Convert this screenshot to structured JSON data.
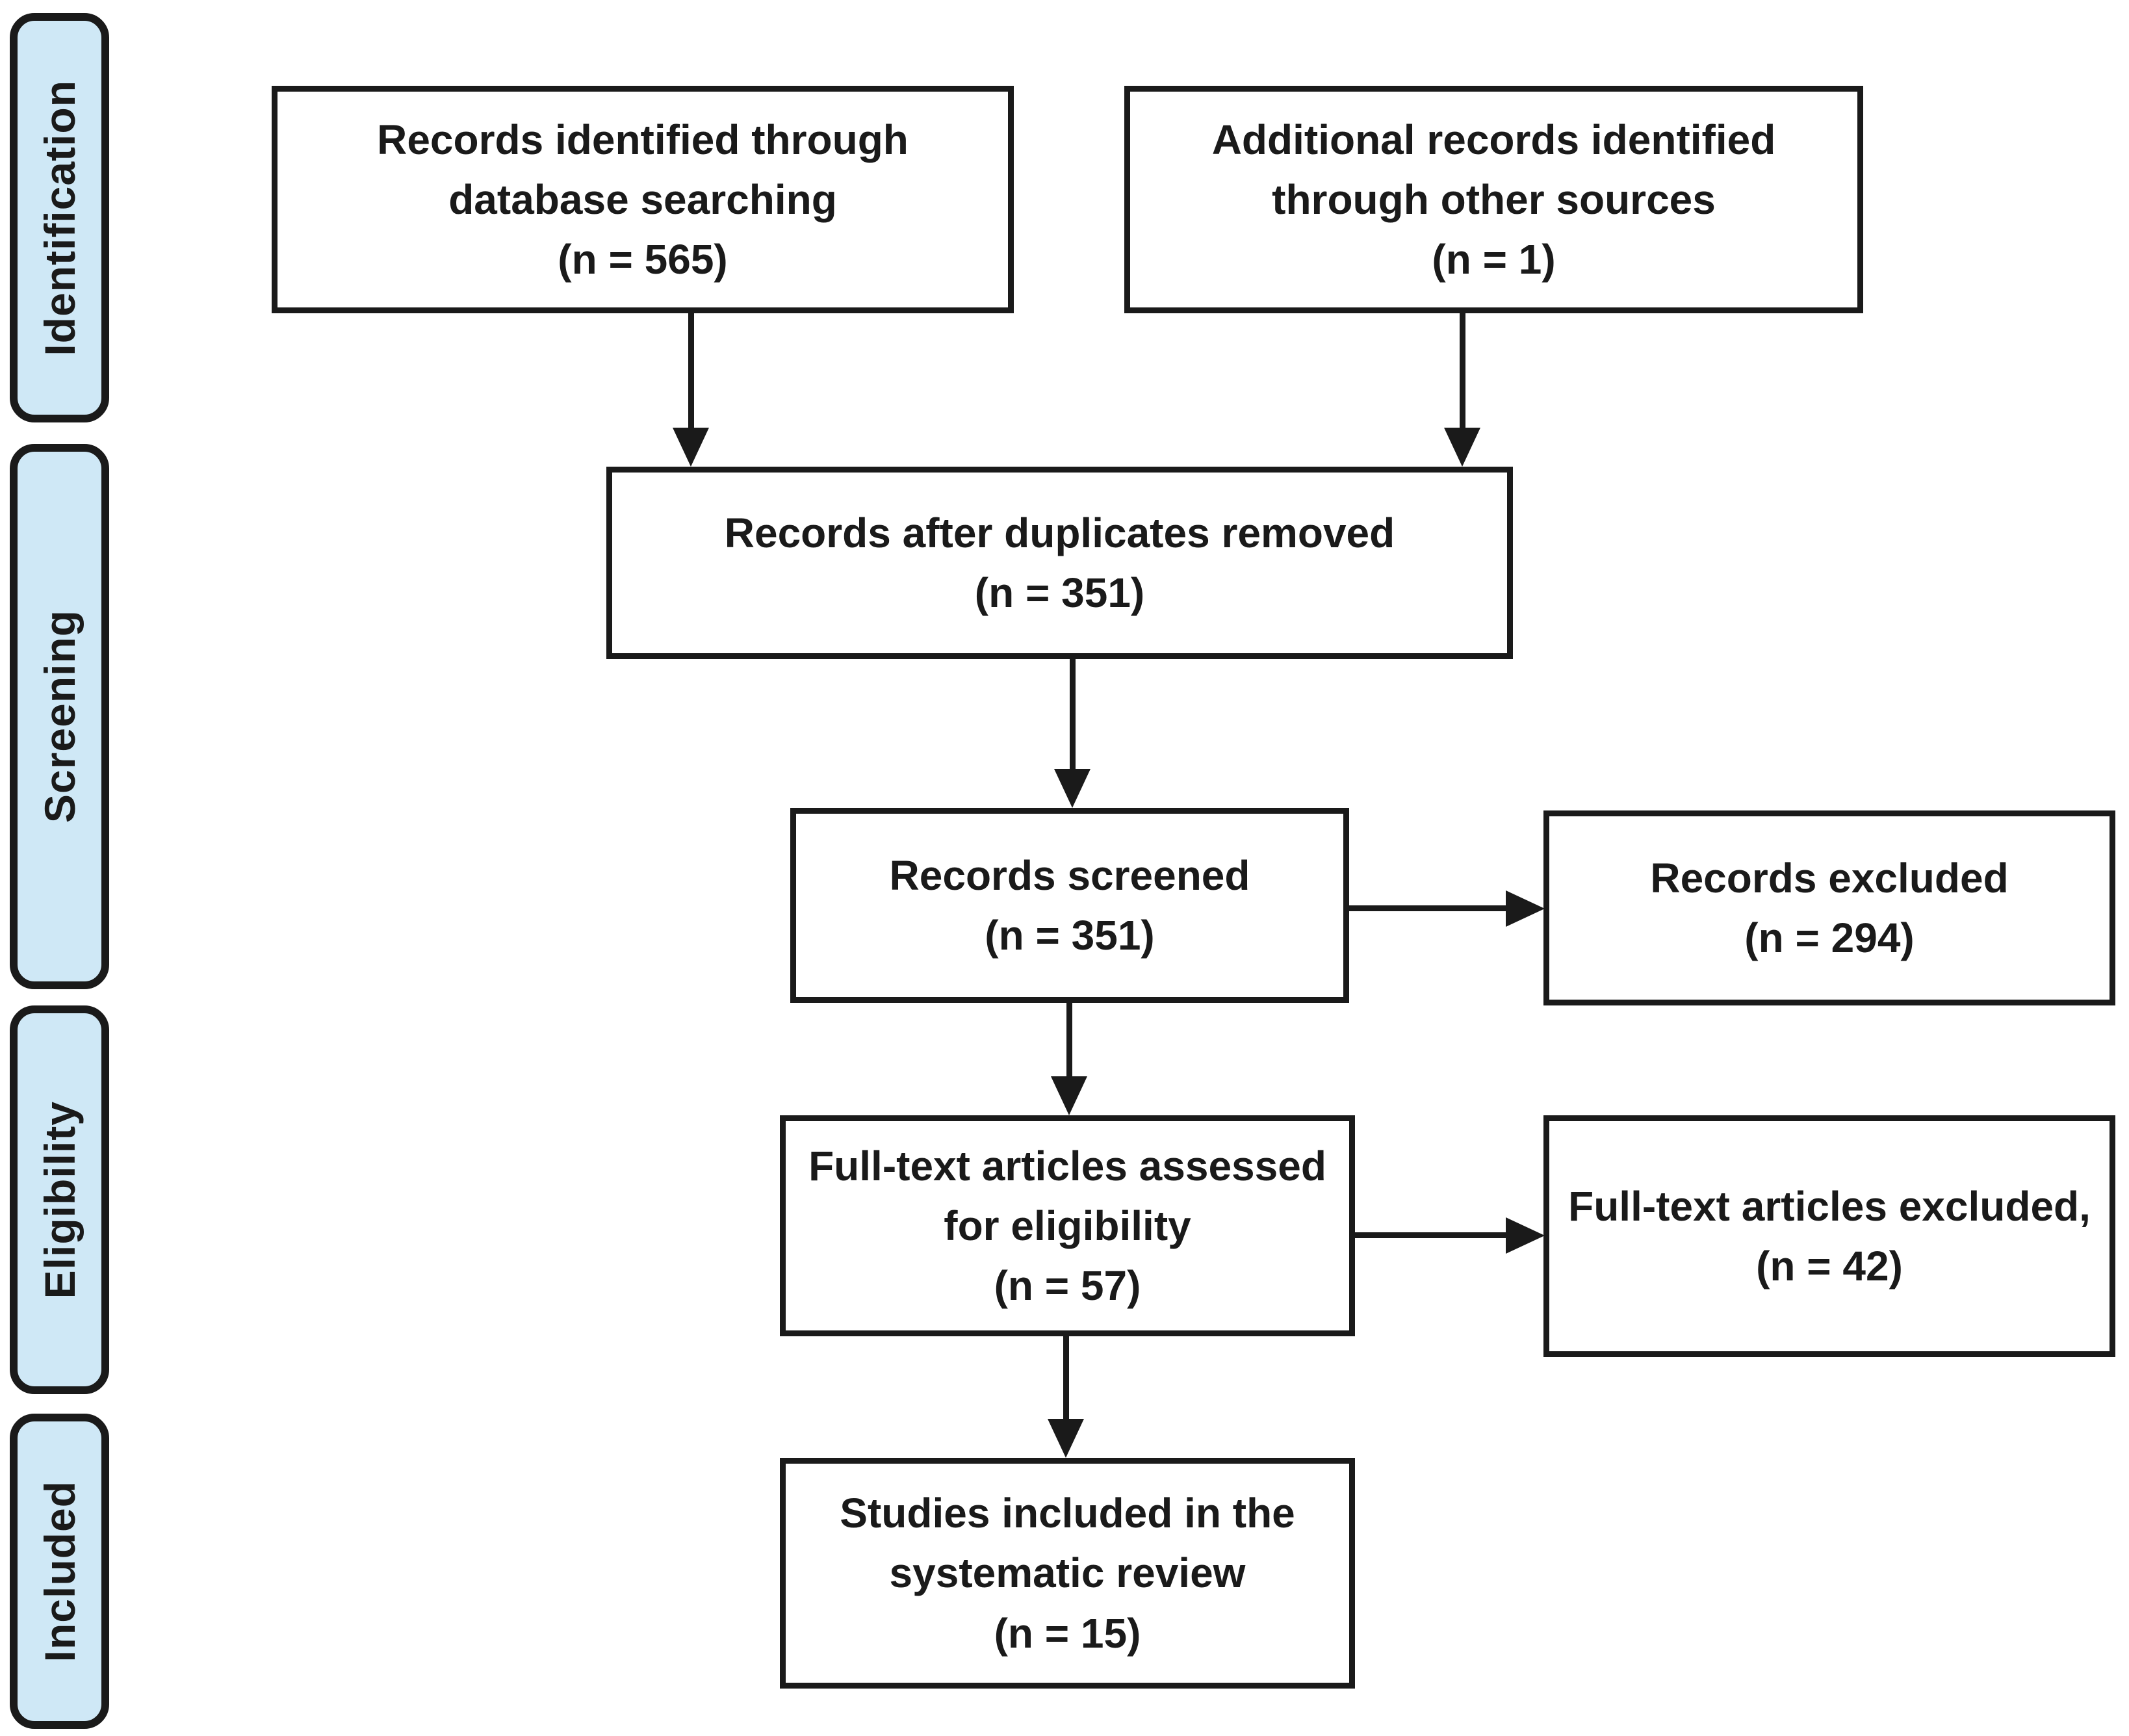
{
  "stages": [
    {
      "label": "Identification"
    },
    {
      "label": "Screening"
    },
    {
      "label": "Eligibility"
    },
    {
      "label": "Included"
    }
  ],
  "boxes": {
    "records_identified": {
      "lines": [
        "Records identified through",
        "database searching",
        "(n = 565)"
      ]
    },
    "additional_records": {
      "lines": [
        "Additional records identified",
        "through other sources",
        "(n = 1)"
      ]
    },
    "duplicates_removed": {
      "lines": [
        "Records after duplicates removed",
        "(n = 351)"
      ]
    },
    "records_screened": {
      "lines": [
        "Records screened",
        "(n = 351)"
      ]
    },
    "records_excluded": {
      "lines": [
        "Records excluded",
        "(n = 294)"
      ]
    },
    "fulltext_assessed": {
      "lines": [
        "Full-text articles assessed",
        "for eligibility",
        "(n = 57)"
      ]
    },
    "fulltext_excluded": {
      "lines": [
        "Full-text articles excluded,",
        "(n = 42)"
      ]
    },
    "studies_included": {
      "lines": [
        "Studies included in the",
        "systematic review",
        "(n = 15)"
      ]
    }
  },
  "colors": {
    "stage_fill": "#cfe8f6",
    "box_fill": "#ffffff",
    "line": "#1a1a1a",
    "text": "#1a1a1a",
    "background": "#ffffff"
  }
}
